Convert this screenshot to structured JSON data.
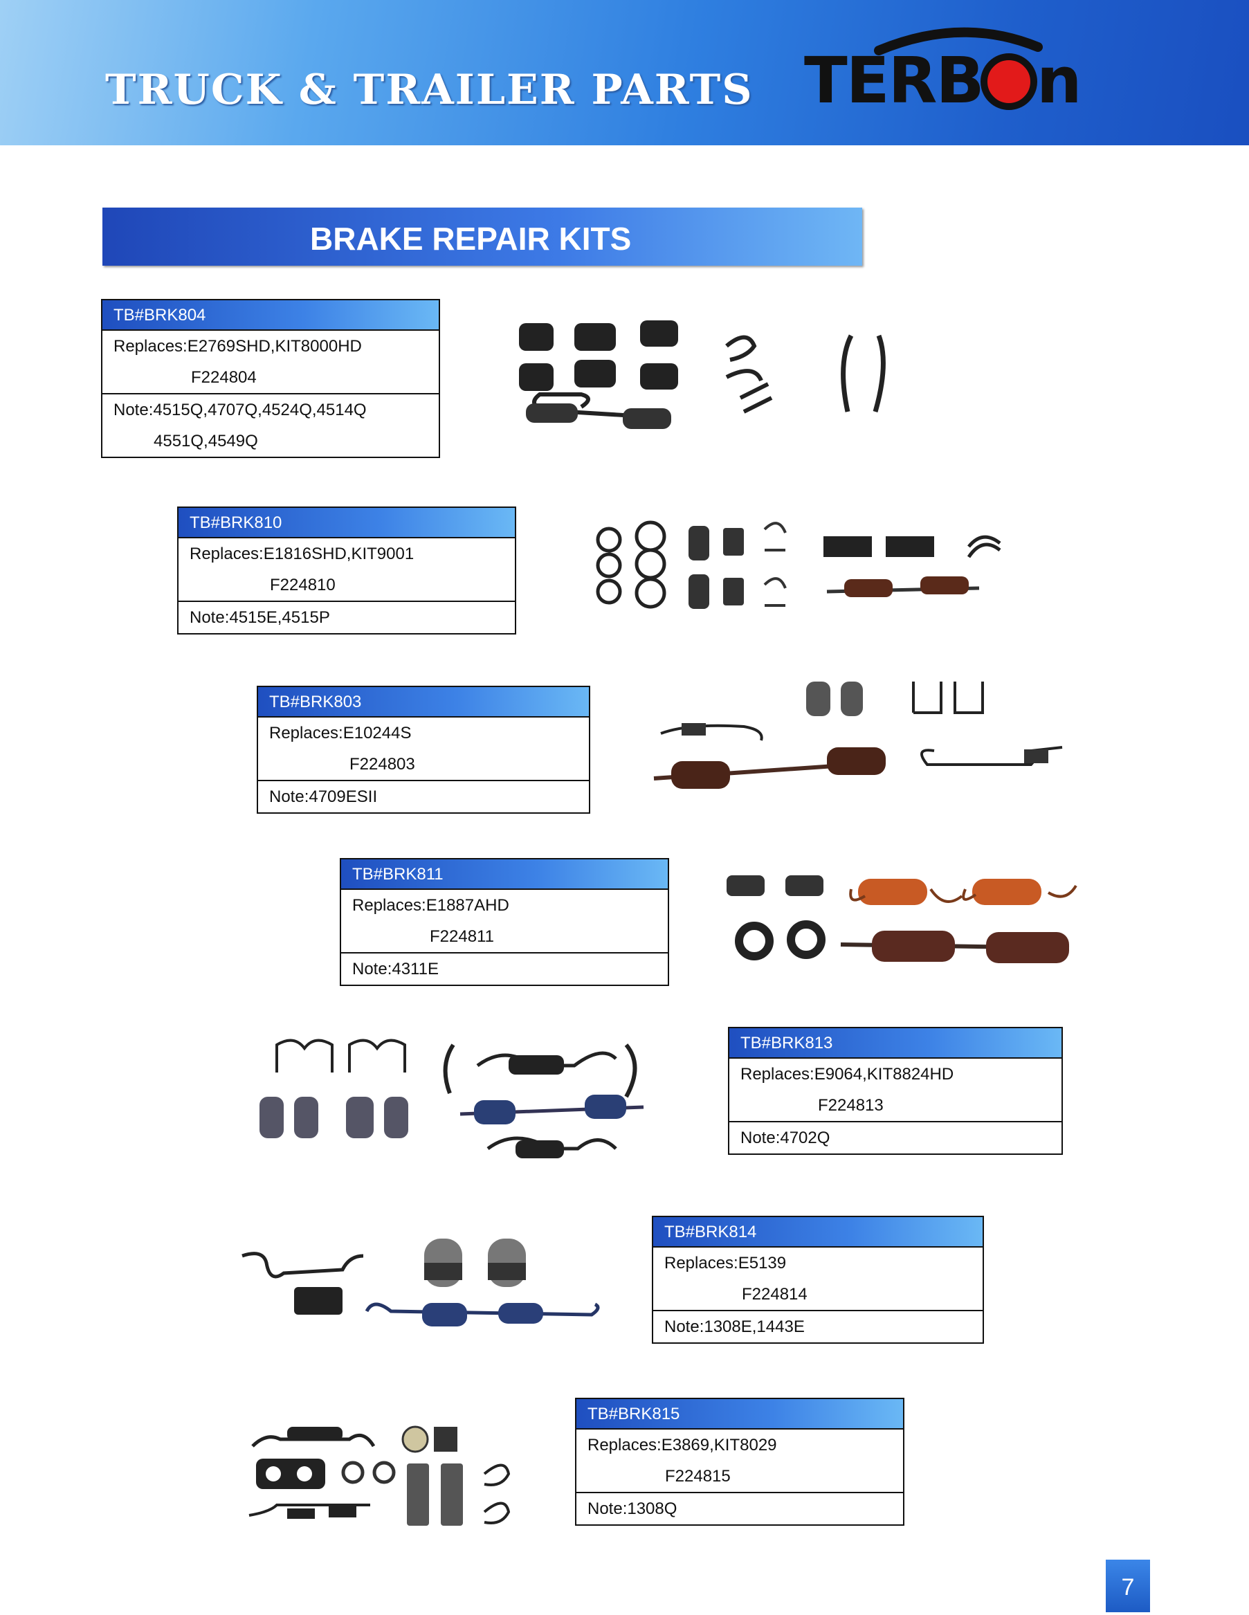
{
  "header": {
    "title": "TRUCK & TRAILER PARTS",
    "brand": "TERBON",
    "brand_colors": {
      "text": "#111111",
      "dot": "#e21a1a"
    }
  },
  "section": {
    "title": "BRAKE REPAIR KITS"
  },
  "kits": [
    {
      "id": "TB#BRK804",
      "replaces": "Replaces:E2769SHD,KIT8000HD",
      "ref": "F224804",
      "note": "Note:4515Q,4707Q,4524Q,4514Q",
      "note2": "4551Q,4549Q"
    },
    {
      "id": "TB#BRK810",
      "replaces": "Replaces:E1816SHD,KIT9001",
      "ref": "F224810",
      "note": "Note:4515E,4515P"
    },
    {
      "id": "TB#BRK803",
      "replaces": "Replaces:E10244S",
      "ref": "F224803",
      "note": "Note:4709ESII"
    },
    {
      "id": "TB#BRK811",
      "replaces": "Replaces:E1887AHD",
      "ref": "F224811",
      "note": "Note:4311E"
    },
    {
      "id": "TB#BRK813",
      "replaces": "Replaces:E9064,KIT8824HD",
      "ref": "F224813",
      "note": "Note:4702Q"
    },
    {
      "id": "TB#BRK814",
      "replaces": "Replaces:E5139",
      "ref": "F224814",
      "note": "Note:1308E,1443E"
    },
    {
      "id": "TB#BRK815",
      "replaces": "Replaces:E3869,KIT8029",
      "ref": "F224815",
      "note": "Note:1308Q"
    }
  ],
  "page_number": "7"
}
